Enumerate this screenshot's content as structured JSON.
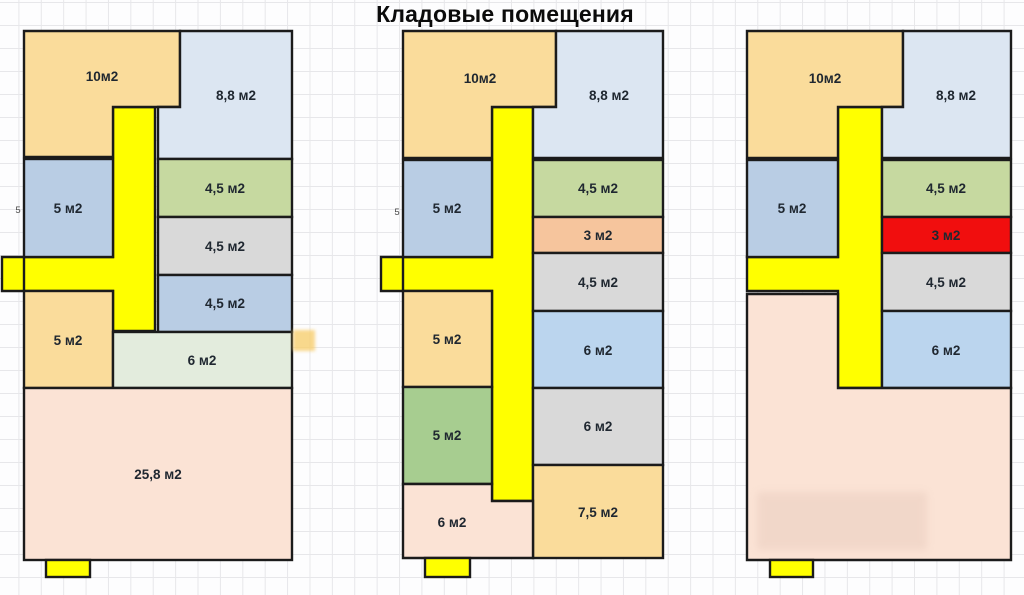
{
  "title": "Кладовые помещения",
  "palette": {
    "wall": "#1b1b1b",
    "label_text": "#1f2730",
    "yellow_corridor": "#FFFF00",
    "tan": "#FADC9B",
    "light_blue": "#DCE6F2",
    "blue": "#B9CDE4",
    "blue6": "#BBD5EE",
    "green": "#C6D9A0",
    "gray": "#D9D9D9",
    "mint": "#E3ECDD",
    "pink": "#FBE3D5",
    "salmon": "#F6C59D",
    "dark_green": "#A7CD90",
    "red": "#F10E0E",
    "red_label_text": "#8F1414"
  },
  "side_notes": {
    "plan1": "5",
    "plan2": "5"
  },
  "plans": [
    {
      "rooms": [
        {
          "label": "10м2",
          "color": "tan"
        },
        {
          "label": "8,8 м2",
          "color": "light_blue"
        },
        {
          "label": "5 м2",
          "color": "blue"
        },
        {
          "label": "4,5 м2",
          "color": "green"
        },
        {
          "label": "4,5 м2",
          "color": "gray"
        },
        {
          "label": "4,5 м2",
          "color": "blue"
        },
        {
          "label": "5 м2",
          "color": "tan"
        },
        {
          "label": "6 м2",
          "color": "mint"
        },
        {
          "label": "25,8 м2",
          "color": "pink"
        }
      ]
    },
    {
      "rooms": [
        {
          "label": "10м2",
          "color": "tan"
        },
        {
          "label": "8,8 м2",
          "color": "light_blue"
        },
        {
          "label": "5 м2",
          "color": "blue"
        },
        {
          "label": "4,5 м2",
          "color": "green"
        },
        {
          "label": "3 м2",
          "color": "salmon"
        },
        {
          "label": "4,5 м2",
          "color": "gray"
        },
        {
          "label": "6 м2",
          "color": "blue6"
        },
        {
          "label": "6 м2",
          "color": "gray"
        },
        {
          "label": "7,5 м2",
          "color": "tan"
        },
        {
          "label": "5 м2",
          "color": "tan"
        },
        {
          "label": "5 м2",
          "color": "dark_green"
        },
        {
          "label": "6 м2",
          "color": "pink"
        }
      ]
    },
    {
      "rooms": [
        {
          "label": "10м2",
          "color": "tan"
        },
        {
          "label": "8,8 м2",
          "color": "light_blue"
        },
        {
          "label": "5 м2",
          "color": "blue"
        },
        {
          "label": "4,5 м2",
          "color": "green"
        },
        {
          "label": "3 м2",
          "color": "red"
        },
        {
          "label": "4,5 м2",
          "color": "gray"
        },
        {
          "label": "6 м2",
          "color": "blue6"
        }
      ]
    }
  ]
}
